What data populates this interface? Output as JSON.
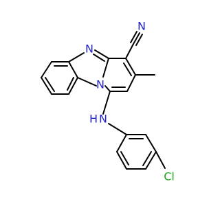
{
  "molecule": {
    "labels": {
      "nitrile_n": "N",
      "imidazole_n": "N",
      "bridge_n": "N",
      "amine_n": "N",
      "amine_h": "H",
      "chlorine": "Cl"
    },
    "colors": {
      "bond": "#000000",
      "nitrogen": "#2222cc",
      "chlorine": "#1aa51a",
      "background": "#ffffff"
    }
  }
}
